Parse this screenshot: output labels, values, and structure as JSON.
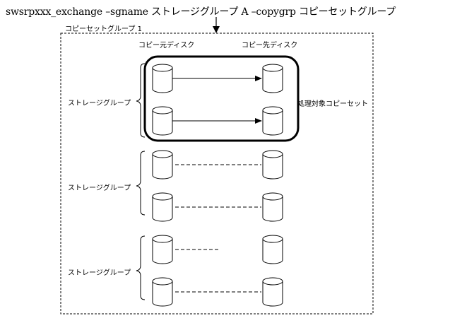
{
  "command": "swsrpxxx_exchange –sgname ストレージグループ A –copygrp コピーセットグループ",
  "copy_set_group_label": "コピーセットグループ 1",
  "source_disk_label": "コピー元ディスク",
  "dest_disk_label": "コピー先ディスク",
  "target_copy_set_label": "処理対象コピーセット",
  "storage_groups": [
    {
      "label": "ストレージグループ"
    },
    {
      "label": "ストレージグループ"
    },
    {
      "label": "ストレージグループ"
    }
  ]
}
